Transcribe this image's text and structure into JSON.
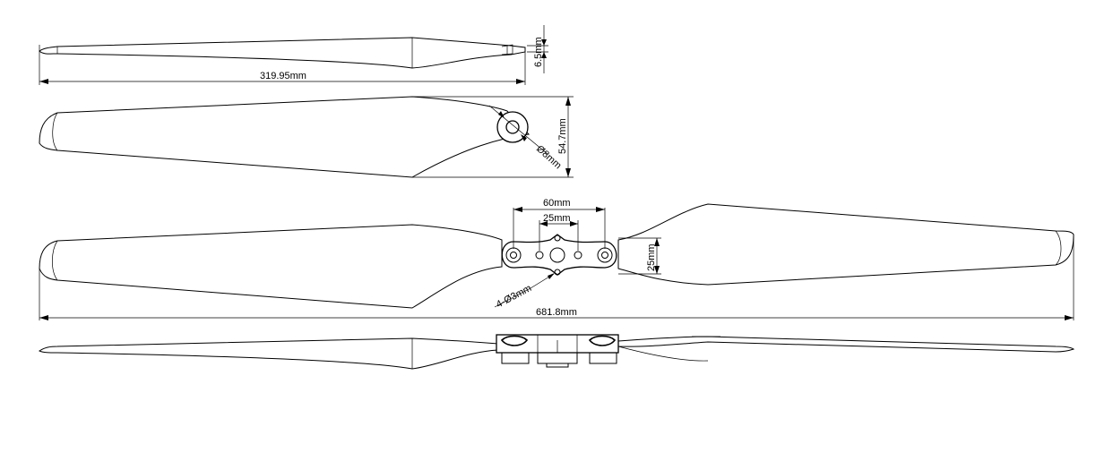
{
  "dimensions": {
    "blade_length": "319.95mm",
    "blade_thickness": "6.5mm",
    "blade_width": "54.7mm",
    "shaft_hole": "Ø8mm",
    "mount_spacing_outer": "60mm",
    "mount_spacing_inner": "25mm",
    "hub_height": "25mm",
    "mount_holes": "4-Ø3mm",
    "total_length": "681.8mm"
  }
}
